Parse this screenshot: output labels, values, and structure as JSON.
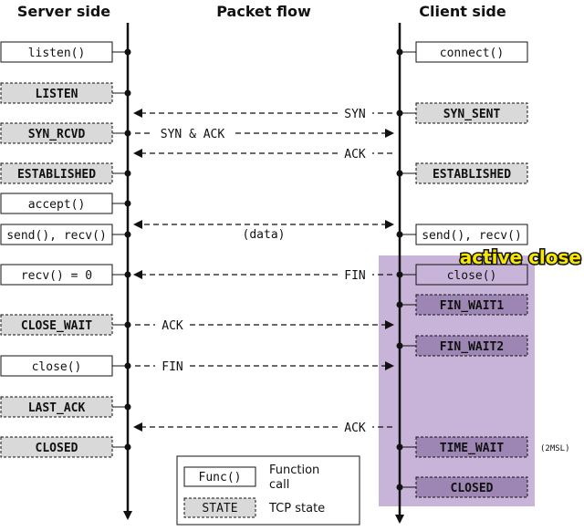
{
  "headers": {
    "server": "Server side",
    "packet": "Packet flow",
    "client": "Client side"
  },
  "server_boxes": [
    {
      "key": "listen",
      "text": "listen()",
      "kind": "func"
    },
    {
      "key": "listen_state",
      "text": "LISTEN",
      "kind": "state"
    },
    {
      "key": "syn_rcvd",
      "text": "SYN_RCVD",
      "kind": "state"
    },
    {
      "key": "established",
      "text": "ESTABLISHED",
      "kind": "state"
    },
    {
      "key": "accept",
      "text": "accept()",
      "kind": "func"
    },
    {
      "key": "send_recv",
      "text": "send(), recv()",
      "kind": "func"
    },
    {
      "key": "recv_zero",
      "text": "recv() = 0",
      "kind": "func"
    },
    {
      "key": "close_wait",
      "text": "CLOSE_WAIT",
      "kind": "state"
    },
    {
      "key": "close",
      "text": "close()",
      "kind": "func"
    },
    {
      "key": "last_ack",
      "text": "LAST_ACK",
      "kind": "state"
    },
    {
      "key": "closed",
      "text": "CLOSED",
      "kind": "state"
    }
  ],
  "client_boxes": [
    {
      "key": "connect",
      "text": "connect()",
      "kind": "func"
    },
    {
      "key": "syn_sent",
      "text": "SYN_SENT",
      "kind": "state"
    },
    {
      "key": "established",
      "text": "ESTABLISHED",
      "kind": "state"
    },
    {
      "key": "send_recv",
      "text": "send(), recv()",
      "kind": "func"
    },
    {
      "key": "close",
      "text": "close()",
      "kind": "func"
    },
    {
      "key": "fin_wait1",
      "text": "FIN_WAIT1",
      "kind": "state"
    },
    {
      "key": "fin_wait2",
      "text": "FIN_WAIT2",
      "kind": "state"
    },
    {
      "key": "time_wait",
      "text": "TIME_WAIT",
      "kind": "state"
    },
    {
      "key": "closed",
      "text": "CLOSED",
      "kind": "state"
    }
  ],
  "packets": [
    {
      "key": "syn",
      "label": "SYN",
      "direction": "to-server"
    },
    {
      "key": "syn_ack",
      "label": "SYN & ACK",
      "direction": "to-client"
    },
    {
      "key": "ack1",
      "label": "ACK",
      "direction": "to-server"
    },
    {
      "key": "data",
      "label": "(data)",
      "direction": "both"
    },
    {
      "key": "fin1",
      "label": "FIN",
      "direction": "to-server"
    },
    {
      "key": "ack2",
      "label": "ACK",
      "direction": "to-client"
    },
    {
      "key": "fin2",
      "label": "FIN",
      "direction": "to-client"
    },
    {
      "key": "ack3",
      "label": "ACK",
      "direction": "to-server"
    }
  ],
  "annotations": {
    "active_close": "active close",
    "msl": "(2MSL)"
  },
  "legend": {
    "func_box": "Func()",
    "func_desc_line1": "Function",
    "func_desc_line2": "call",
    "state_box": "STATE",
    "state_desc": "TCP state"
  },
  "colors": {
    "state_fill": "#d9d9d9",
    "highlight_fill": "#c8b3d9",
    "highlight_state_fill": "#9d86b3",
    "highlight_func_fill": "#c8b3d9",
    "active_close_text": "#f7e600"
  }
}
